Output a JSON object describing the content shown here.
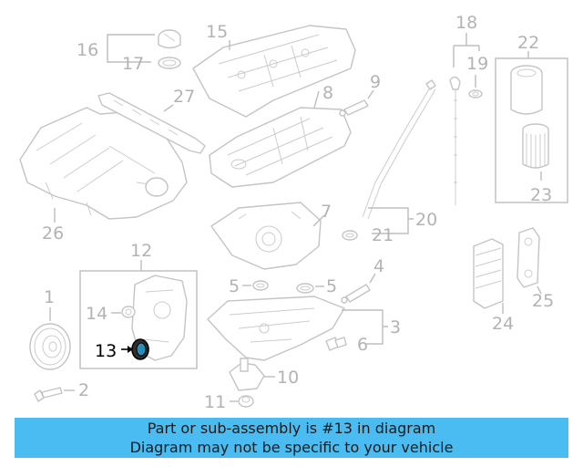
{
  "callouts": {
    "c1": "1",
    "c2": "2",
    "c3": "3",
    "c4": "4",
    "c5a": "5",
    "c5b": "5",
    "c6": "6",
    "c7": "7",
    "c8": "8",
    "c9": "9",
    "c10": "10",
    "c11": "11",
    "c12": "12",
    "c13": "13",
    "c14": "14",
    "c15": "15",
    "c16": "16",
    "c17": "17",
    "c18": "18",
    "c19": "19",
    "c20": "20",
    "c21": "21",
    "c22": "22",
    "c23": "23",
    "c24": "24",
    "c25": "25",
    "c26": "26",
    "c27": "27"
  },
  "highlight": {
    "part_number": "13",
    "color": "#000000"
  },
  "banner": {
    "line1": "Part or sub-assembly is #13 in diagram",
    "line2": "Diagram may not be specific to your vehicle",
    "background": "#4bbcf2"
  }
}
